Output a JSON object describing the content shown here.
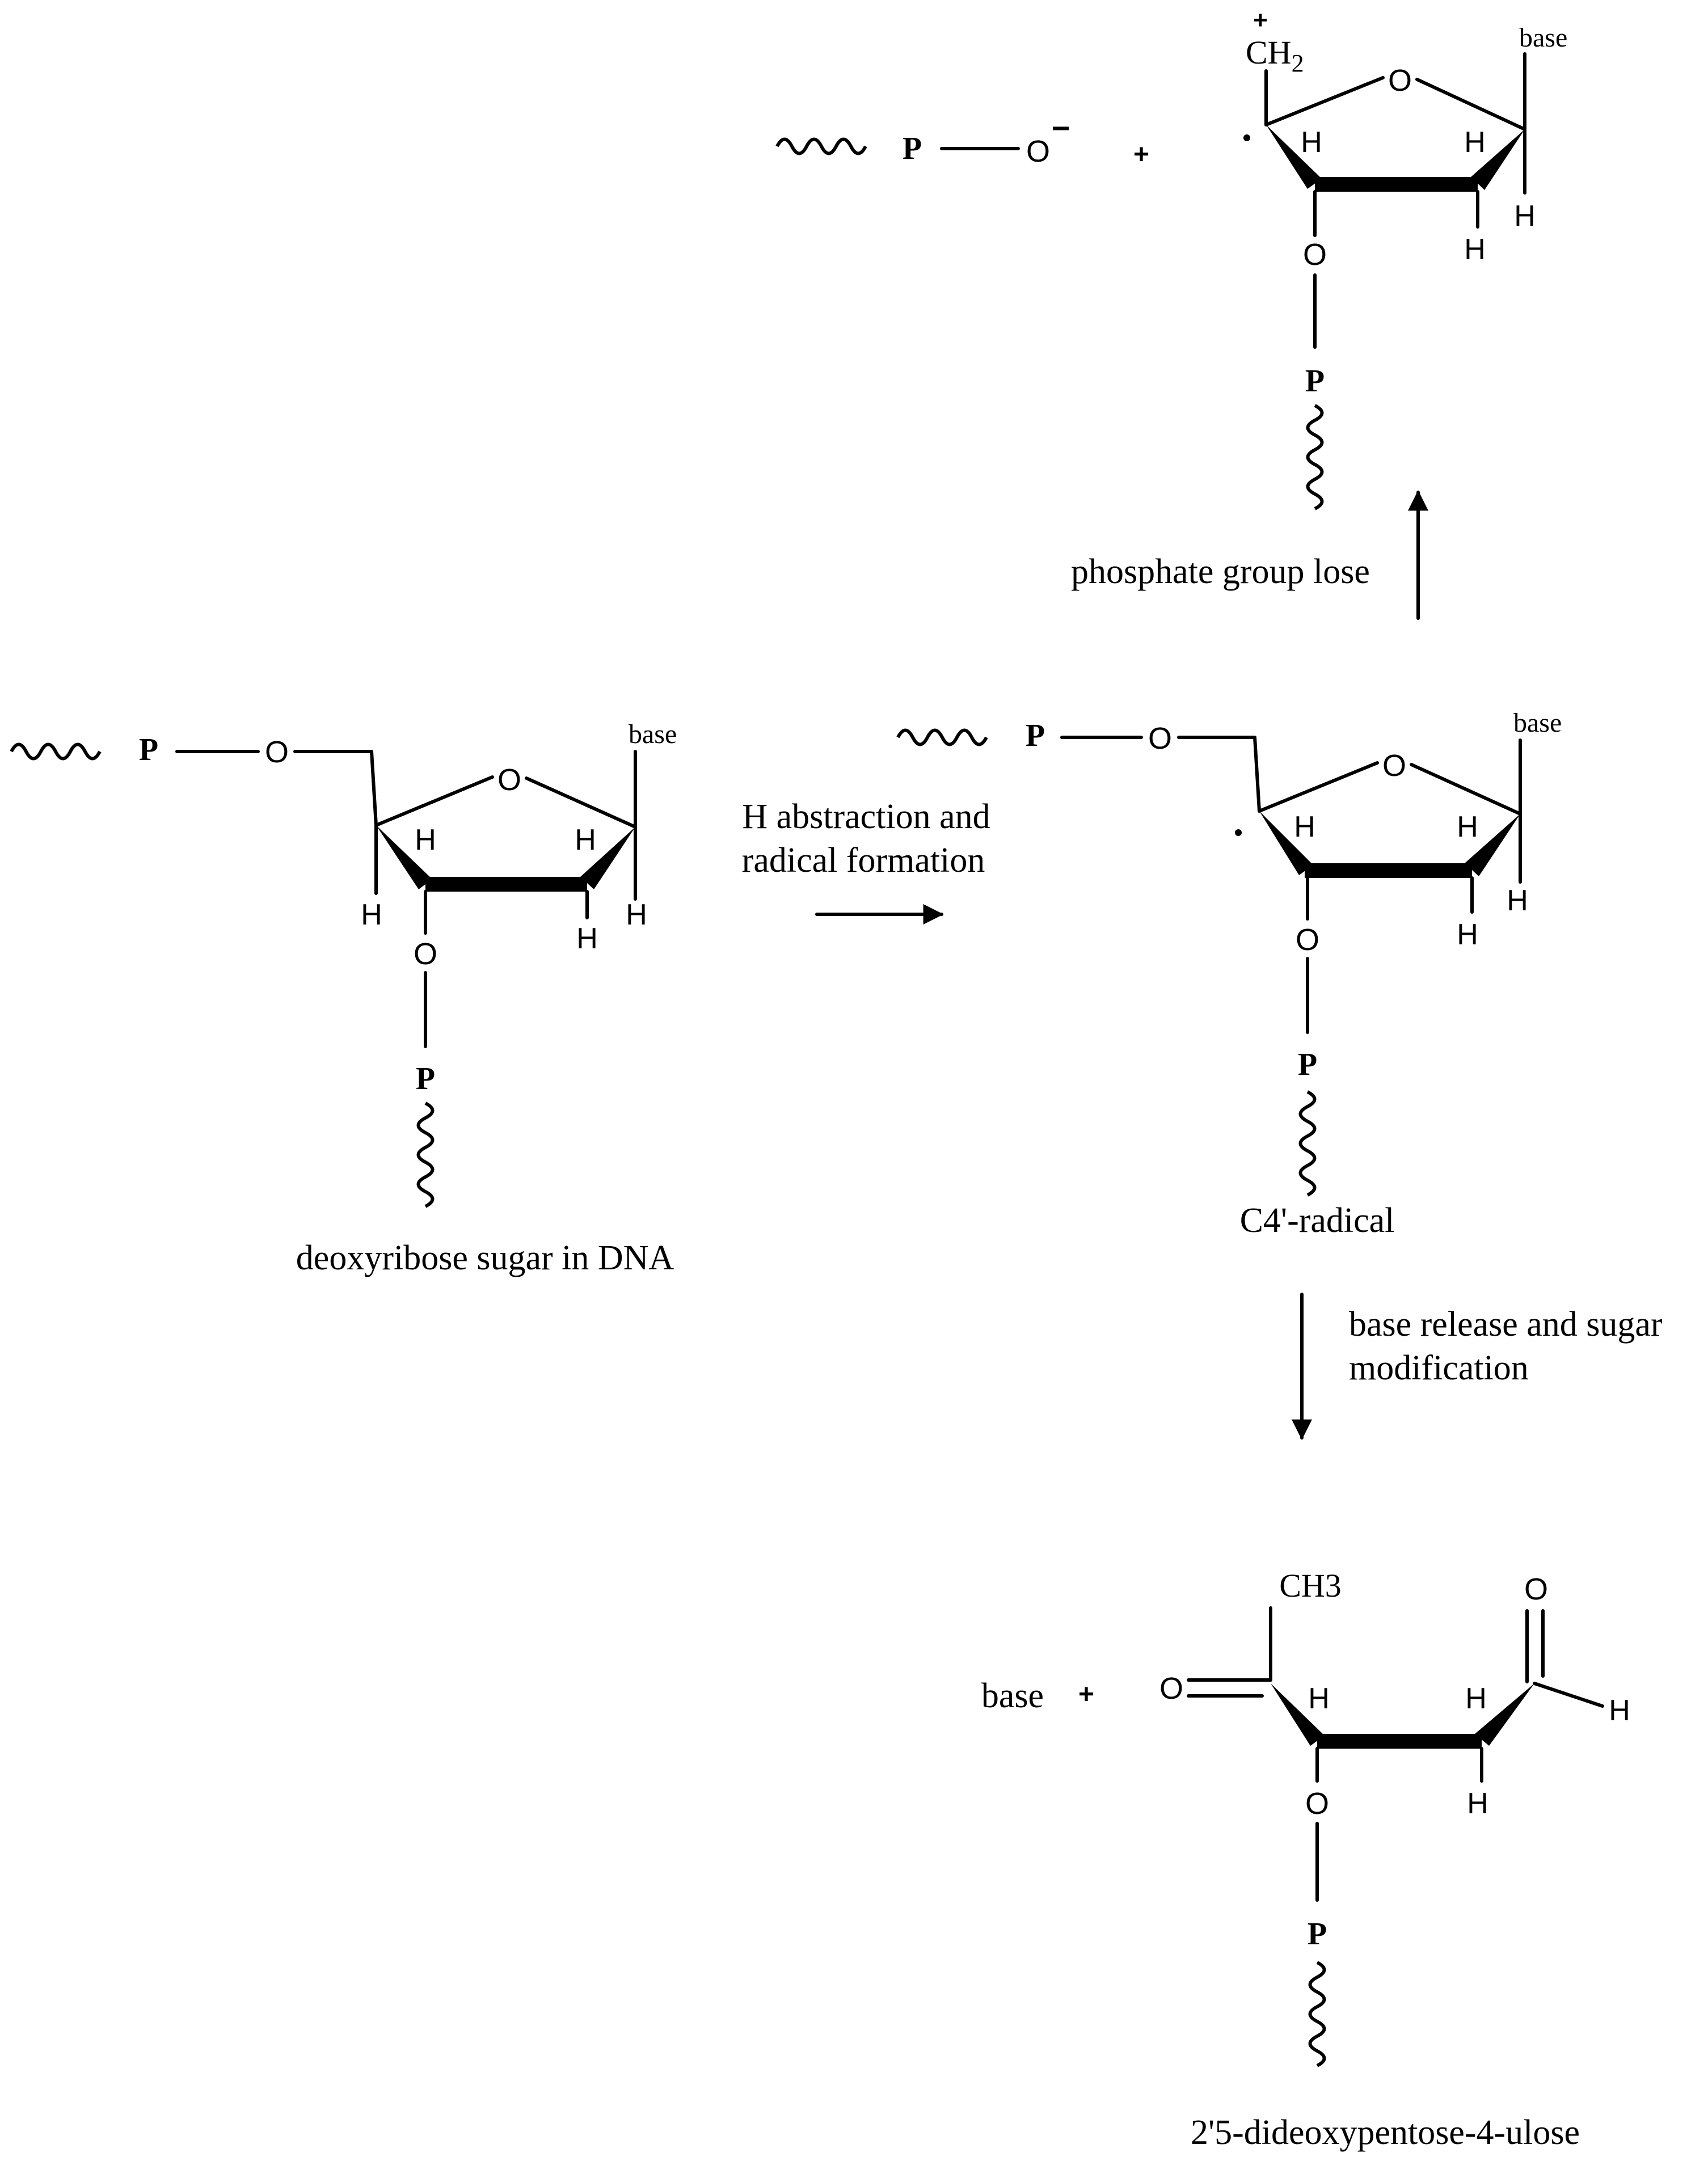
{
  "atoms": {
    "phosphorus": "P",
    "oxygen": "O",
    "hydrogen": "H",
    "base": "base",
    "methylene_c": "CH",
    "methylene_sub": "2",
    "methyl": "CH3",
    "plus": "+",
    "minus": "−",
    "radical_dot": "·"
  },
  "reactions": {
    "step1_line1": "H abstraction and",
    "step1_line2": "radical formation",
    "step2": "phosphate group lose",
    "step3_line1": "base release and sugar",
    "step3_line2": "modification"
  },
  "labels": {
    "start": "deoxyribose sugar in DNA",
    "intermediate": "C4'-radical",
    "product": "2'5-dideoxypentose-4-ulose",
    "released_base": "base"
  },
  "colors": {
    "ink": "#000000",
    "background": "#ffffff"
  }
}
